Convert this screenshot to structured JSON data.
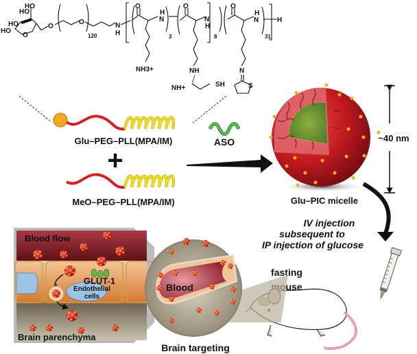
{
  "figure": {
    "chemical_structure": {
      "sugar_labels": [
        "HO",
        "HO",
        "HO",
        "HO",
        "O"
      ],
      "peg_oxygen": "O",
      "peg_repeat": "120",
      "amine": "N",
      "amine_h": "H",
      "carbonyl_o": "O",
      "nh": "N",
      "h": "H",
      "repeat_1": "3",
      "repeat_2": "8",
      "repeat_3": "31",
      "terminal_h": "H",
      "side_chain_1": "NH3+",
      "side_chain_2_nh": "NH",
      "side_chain_2_nh_plus": "NH+",
      "side_chain_2_sh": "SH",
      "side_chain_3_n": "N",
      "side_chain_3_s": "S"
    },
    "polymers": {
      "glu_polymer_label": "Glu–PEG–PLL(MPA/IM)",
      "meo_polymer_label": "MeO–PEG–PLL(MPA/IM)",
      "plus_sign": "+"
    },
    "aso_label": "ASO",
    "micelle": {
      "label": "Glu–PIC micelle",
      "size_label": "~40 nm"
    },
    "injection_text": [
      "IV injection",
      "subsequent to",
      "IP injection of glucose"
    ],
    "mouse_label": [
      "fasting",
      "mouse"
    ],
    "inset_left": {
      "top_label": "Blood flow",
      "bottom_label": "Brain parenchyma",
      "transporter_label": "GLUT-1",
      "cell_label": [
        "Endothelial",
        "cells"
      ]
    },
    "inset_circle": {
      "vessel_label": "Blood",
      "caption": "Brain targeting"
    },
    "colors": {
      "peg_red": "#d62020",
      "pll_yellow": "#f2e21c",
      "glucose_orange": "#f5a623",
      "aso_green": "#3aa335",
      "micelle_red": "#b5121b",
      "endothelial_orange": "#e8924a",
      "nucleus_blue": "#9cc3e4",
      "blood_dark": "#6e1820"
    }
  }
}
